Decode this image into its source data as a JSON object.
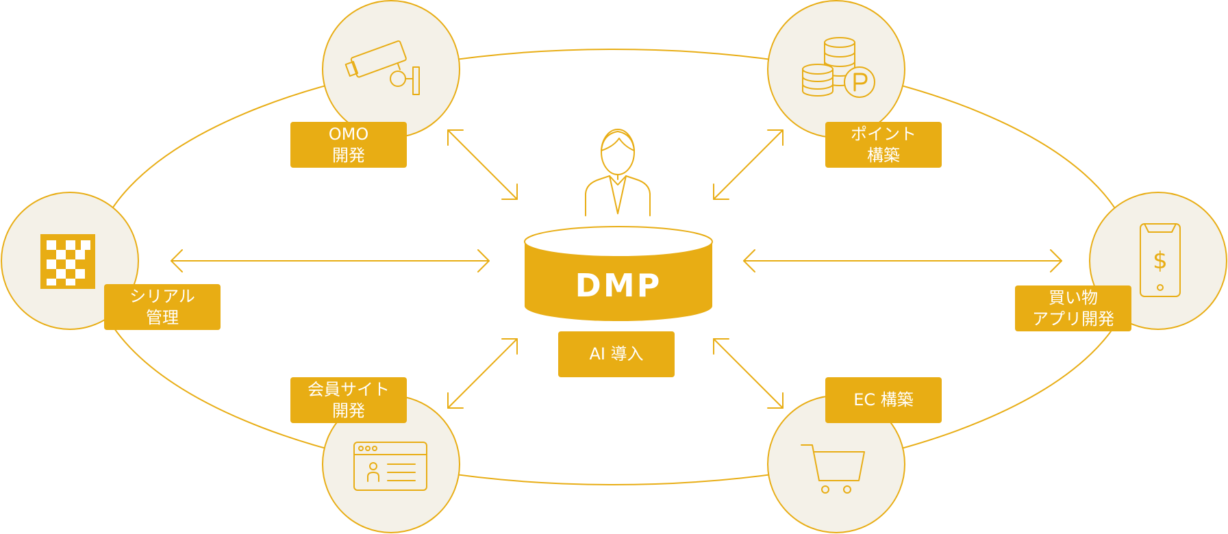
{
  "center": {
    "title": "DMP",
    "label": "AI 導入"
  },
  "nodes": {
    "omo": {
      "icon": "security-camera-icon",
      "lines": [
        "OMO",
        "開発"
      ]
    },
    "point": {
      "icon": "coins-point-icon",
      "lines": [
        "ポイント",
        "構築"
      ]
    },
    "serial": {
      "icon": "qr-code-icon",
      "lines": [
        "シリアル",
        "管理"
      ]
    },
    "app": {
      "icon": "smartphone-dollar-icon",
      "lines": [
        "買い物",
        "アプリ開発"
      ]
    },
    "member": {
      "icon": "member-profile-window-icon",
      "lines": [
        "会員サイト",
        "開発"
      ]
    },
    "ec": {
      "icon": "shopping-cart-icon",
      "lines": [
        "EC 構築"
      ]
    }
  },
  "colors": {
    "accent": "#e8ad14",
    "circle_fill": "#f4f1e8",
    "circle_stroke": "#e8ad14",
    "label_text": "#ffffff"
  }
}
